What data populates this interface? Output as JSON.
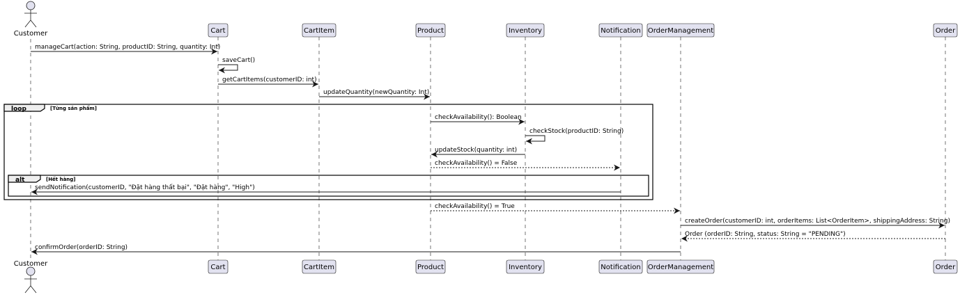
{
  "participants": [
    {
      "id": "customer",
      "label": "Customer",
      "kind": "actor"
    },
    {
      "id": "cart",
      "label": "Cart",
      "kind": "box"
    },
    {
      "id": "cartitem",
      "label": "CartItem",
      "kind": "box"
    },
    {
      "id": "product",
      "label": "Product",
      "kind": "box"
    },
    {
      "id": "inventory",
      "label": "Inventory",
      "kind": "box"
    },
    {
      "id": "notification",
      "label": "Notification",
      "kind": "box"
    },
    {
      "id": "ordermgmt",
      "label": "OrderManagement",
      "kind": "box"
    },
    {
      "id": "order",
      "label": "Order",
      "kind": "box"
    }
  ],
  "messages": [
    {
      "from": "customer",
      "to": "cart",
      "label": "manageCart(action: String, productID: String, quantity: Int)",
      "style": "solid"
    },
    {
      "from": "cart",
      "to": "cart",
      "label": "saveCart()",
      "style": "solid"
    },
    {
      "from": "cart",
      "to": "cartitem",
      "label": "getCartItems(customerID: int)",
      "style": "solid"
    },
    {
      "from": "cartitem",
      "to": "product",
      "label": "updateQuantity(newQuantity: Int)",
      "style": "solid"
    },
    {
      "from": "product",
      "to": "inventory",
      "label": "checkAvailability(): Boolean",
      "style": "solid"
    },
    {
      "from": "inventory",
      "to": "inventory",
      "label": "checkStock(productID: String)",
      "style": "solid"
    },
    {
      "from": "inventory",
      "to": "product",
      "label": "updateStock(quantity: int)",
      "style": "solid"
    },
    {
      "from": "product",
      "to": "notification",
      "label": "checkAvailability() = False",
      "style": "dashed"
    },
    {
      "from": "notification",
      "to": "customer",
      "label": "sendNotification(customerID, \"Đặt hàng thất bại\", \"Đặt hàng\", \"High\")",
      "style": "solid"
    },
    {
      "from": "product",
      "to": "ordermgmt",
      "label": "checkAvailability() = True",
      "style": "dashed"
    },
    {
      "from": "ordermgmt",
      "to": "order",
      "label": "createOrder(customerID: int, orderItems: List<OrderItem>, shippingAddress: String)",
      "style": "solid"
    },
    {
      "from": "order",
      "to": "ordermgmt",
      "label": "Order (orderID: String, status: String = \"PENDING\")",
      "style": "dashed"
    },
    {
      "from": "ordermgmt",
      "to": "customer",
      "label": "confirmOrder(orderID: String)",
      "style": "solid"
    }
  ],
  "fragments": [
    {
      "id": "loop",
      "tag": "loop",
      "condition": "[Từng sản phẩm]"
    },
    {
      "id": "alt",
      "tag": "alt",
      "condition": "[Hết hàng]"
    }
  ],
  "colors": {
    "participant_fill": "#E2E2F0",
    "participant_border": "#181818",
    "lifeline": "#181818",
    "arrow": "#181818"
  }
}
